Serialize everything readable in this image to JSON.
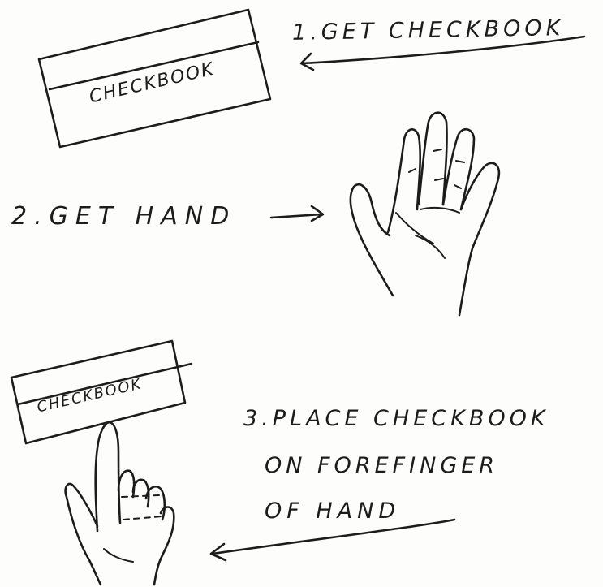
{
  "steps": [
    {
      "text": "1.GET CHECKBOOK"
    },
    {
      "text": "2.GET HAND"
    },
    {
      "lines": [
        "3.PLACE CHECKBOOK",
        "ON FOREFINGER",
        "OF HAND"
      ]
    }
  ],
  "checkbook_label": "CHECKBOOK",
  "colors": {
    "ink": "#1c1c1c",
    "paper": "#fdfdfb"
  }
}
